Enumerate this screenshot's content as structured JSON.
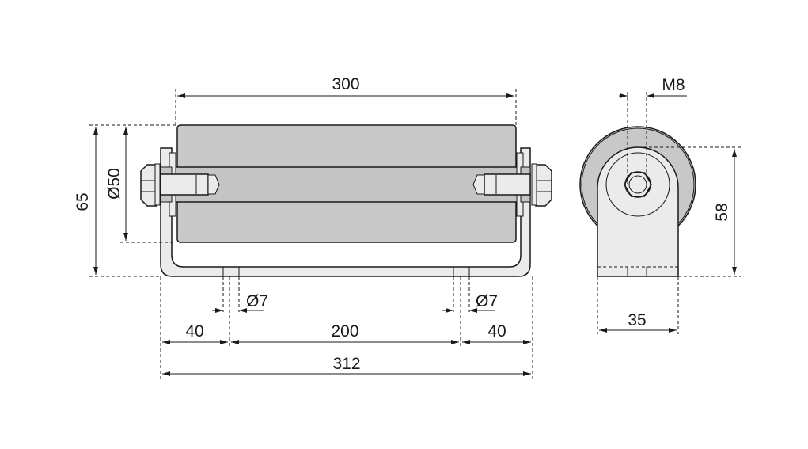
{
  "drawing": {
    "front_view": {
      "roller_length": "300",
      "overall_height": "65",
      "roller_diameter": "Ø50",
      "hole_diameter_left": "Ø7",
      "hole_diameter_right": "Ø7",
      "edge_to_hole_left": "40",
      "hole_spacing": "200",
      "edge_to_hole_right": "40",
      "overall_length": "312"
    },
    "side_view": {
      "thread": "M8",
      "axle_height": "58",
      "bracket_width": "35"
    },
    "colors": {
      "roller": "#c8c8c8",
      "bracket": "#ebebeb",
      "line": "#1a1a1a"
    }
  }
}
